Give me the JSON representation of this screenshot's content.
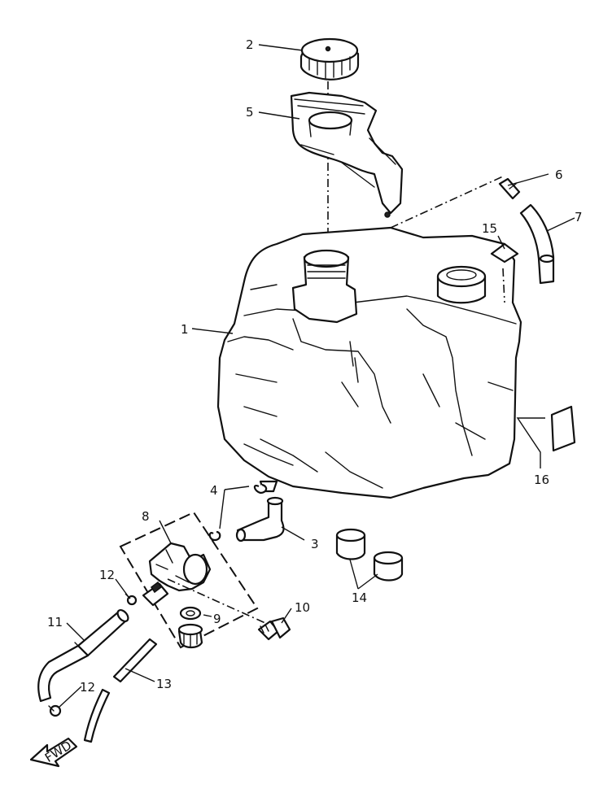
{
  "callouts": {
    "c1": "1",
    "c2": "2",
    "c3": "3",
    "c4": "4",
    "c5": "5",
    "c6": "6",
    "c7": "7",
    "c8": "8",
    "c9": "9",
    "c10": "10",
    "c11": "11",
    "c12a": "12",
    "c12b": "12",
    "c13": "13",
    "c14": "14",
    "c15": "15",
    "c16": "16"
  },
  "fwd_arrow": {
    "label": "FWD"
  }
}
